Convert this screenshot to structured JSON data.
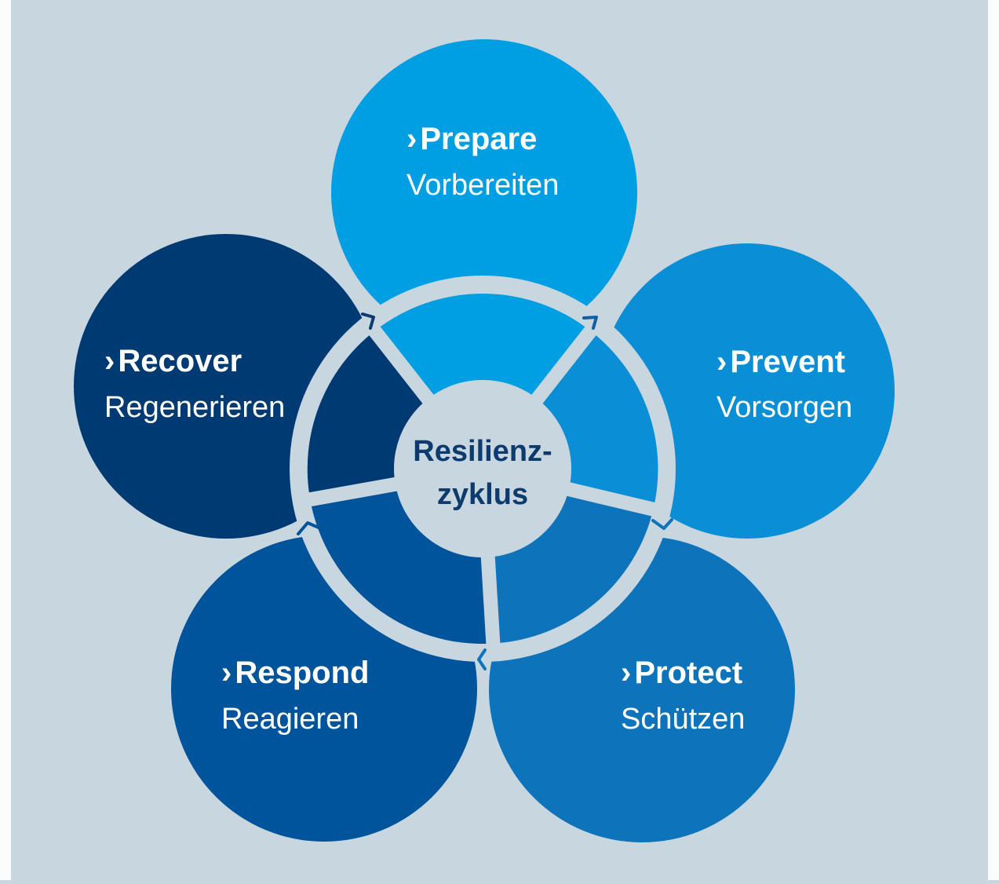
{
  "colors": {
    "background": "#c8d6df",
    "prepare": "#009fe3",
    "prevent": "#0a8fd6",
    "protect": "#0d74bc",
    "respond": "#00549b",
    "recover": "#003a73",
    "center_text": "#0e3b6e"
  },
  "center": {
    "line1": "Resilienz-",
    "line2": "zyklus"
  },
  "phases": [
    {
      "key": "prepare",
      "title": "Prepare",
      "subtitle": "Vorbereiten",
      "icon": "chevron-right-icon"
    },
    {
      "key": "prevent",
      "title": "Prevent",
      "subtitle": "Vorsorgen",
      "icon": "chevron-right-icon"
    },
    {
      "key": "protect",
      "title": "Protect",
      "subtitle": "Schützen",
      "icon": "chevron-right-icon"
    },
    {
      "key": "respond",
      "title": "Respond",
      "subtitle": "Reagieren",
      "icon": "chevron-right-icon"
    },
    {
      "key": "recover",
      "title": "Recover",
      "subtitle": "Regenerieren",
      "icon": "chevron-right-icon"
    }
  ],
  "chevron_glyph": "›"
}
